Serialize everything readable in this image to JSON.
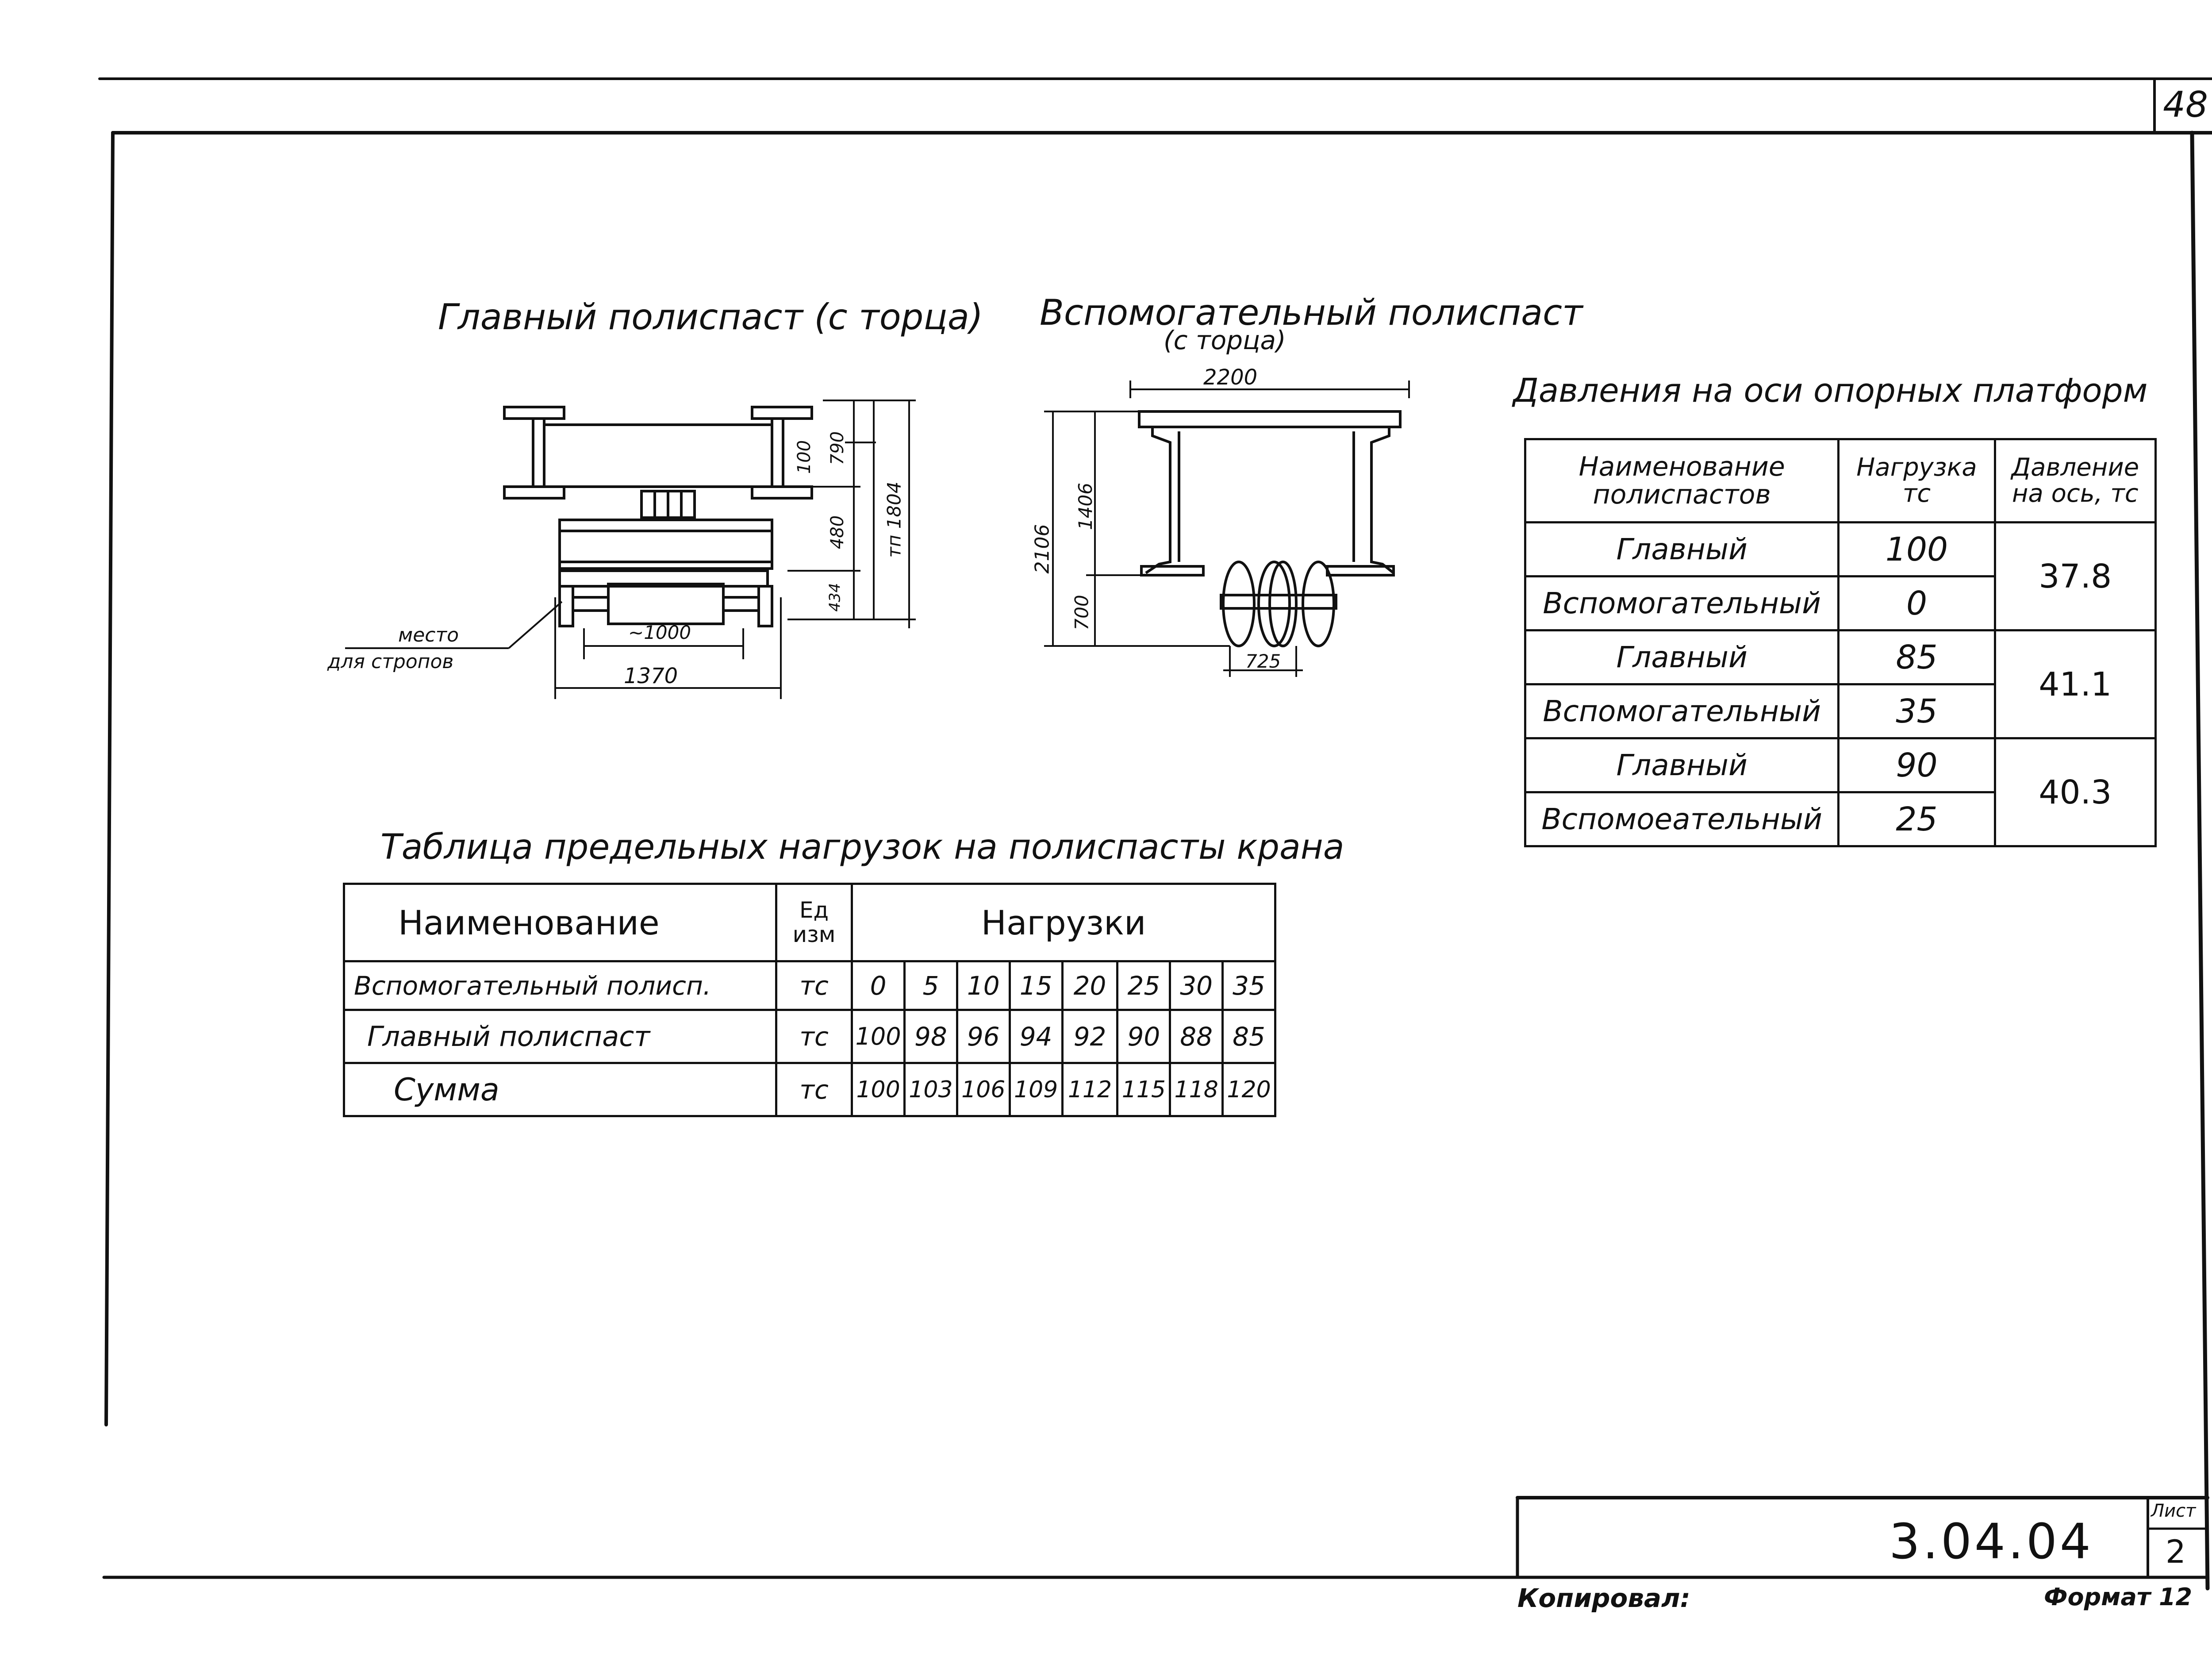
{
  "sheet_number_top": "48",
  "drawings": {
    "main": {
      "title": "Главный полиспаст (с торца)",
      "dims": {
        "d100": "100",
        "d790": "790",
        "d480": "480",
        "d434": "434",
        "d1804": "тп 1804",
        "d1000": "~1000",
        "d1370": "1370"
      },
      "sling_label": [
        "место",
        "для стропов"
      ]
    },
    "aux": {
      "title": "Вспомогательный полиспаст",
      "subtitle": "(с торца)",
      "dims": {
        "d2200": "2200",
        "d2106": "2106",
        "d1406": "1406",
        "d700": "700",
        "d725": "725"
      }
    }
  },
  "pressure_table": {
    "title": "Давления на оси опорных платформ",
    "headers": [
      "Наименование полиспастов",
      "Нагрузка тс",
      "Давление на ось, тс"
    ],
    "rows": [
      {
        "name": "Главный",
        "load": "100"
      },
      {
        "name": "Вспомогательный",
        "load": "0"
      },
      {
        "name": "Главный",
        "load": "85"
      },
      {
        "name": "Вспомогательный",
        "load": "35"
      },
      {
        "name": "Главный",
        "load": "90"
      },
      {
        "name": "Вспомоеательный",
        "load": "25"
      }
    ],
    "pressures": [
      "37.8",
      "41.1",
      "40.3"
    ]
  },
  "limit_table": {
    "title": "Таблица предельных нагрузок на полиспасты крана",
    "header_name": "Наименование",
    "header_unit": "Ед изм",
    "header_loads": "Нагрузки",
    "rows": [
      {
        "name": "Вспомогательный полисп.",
        "unit": "тс",
        "values": [
          "0",
          "5",
          "10",
          "15",
          "20",
          "25",
          "30",
          "35"
        ]
      },
      {
        "name": "Главный полиспаст",
        "unit": "тс",
        "values": [
          "100",
          "98",
          "96",
          "94",
          "92",
          "90",
          "88",
          "85"
        ]
      },
      {
        "name": "Сумма",
        "unit": "тс",
        "values": [
          "100",
          "103",
          "106",
          "109",
          "112",
          "115",
          "118",
          "120"
        ]
      }
    ]
  },
  "title_block": {
    "code": "3.04.04",
    "sheet_label": "Лист",
    "sheet_value": "2",
    "copied_by": "Копировал:",
    "format": "Формат 12"
  }
}
